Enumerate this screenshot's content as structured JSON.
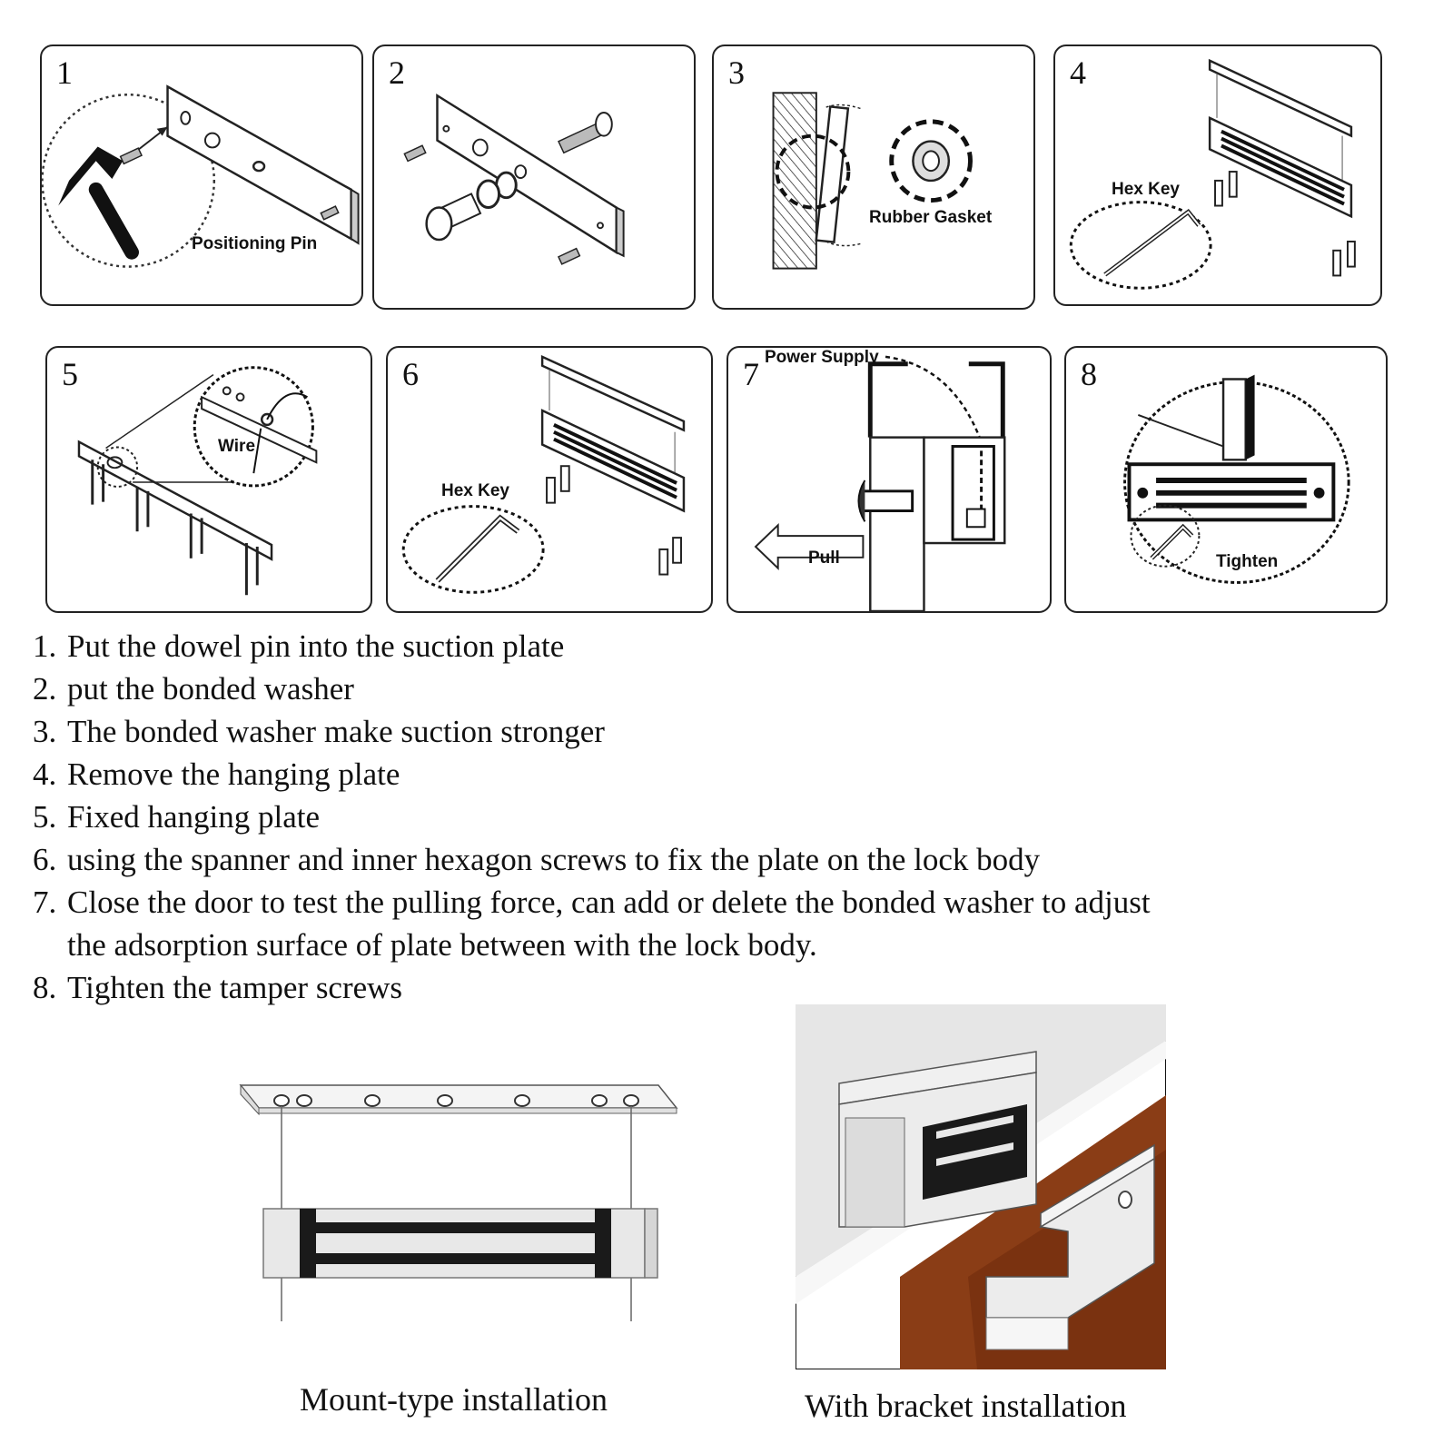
{
  "panels": [
    {
      "number": "1",
      "labels": [
        "Positioning Pin"
      ]
    },
    {
      "number": "2",
      "labels": []
    },
    {
      "number": "3",
      "labels": [
        "Rubber Gasket"
      ]
    },
    {
      "number": "4",
      "labels": [
        "Hex Key"
      ]
    },
    {
      "number": "5",
      "labels": [
        "Wire"
      ]
    },
    {
      "number": "6",
      "labels": [
        "Hex Key"
      ]
    },
    {
      "number": "7",
      "labels": [
        "Power Supply",
        "Pull"
      ]
    },
    {
      "number": "8",
      "labels": [
        "Tighten"
      ]
    }
  ],
  "steps": [
    {
      "n": "1.",
      "text": "Put the dowel pin into the suction plate"
    },
    {
      "n": "2.",
      "text": "put the bonded washer"
    },
    {
      "n": "3.",
      "text": "The bonded washer make suction stronger"
    },
    {
      "n": "4.",
      "text": "Remove the hanging plate"
    },
    {
      "n": "5.",
      "text": "Fixed hanging plate"
    },
    {
      "n": "6.",
      "text": "using the spanner and inner hexagon screws to fix the plate on the lock body"
    },
    {
      "n": "7.",
      "text": "Close the door to test the pulling force, can add or delete the bonded washer to adjust the adsorption surface of plate between with the lock body."
    },
    {
      "n": "8.",
      "text": "Tighten the tamper screws"
    }
  ],
  "captions": {
    "mount": "Mount-type installation",
    "bracket": "With bracket installation"
  },
  "colors": {
    "line": "#222222",
    "door": "#8a3d16",
    "wall": "#e6e6e6"
  }
}
